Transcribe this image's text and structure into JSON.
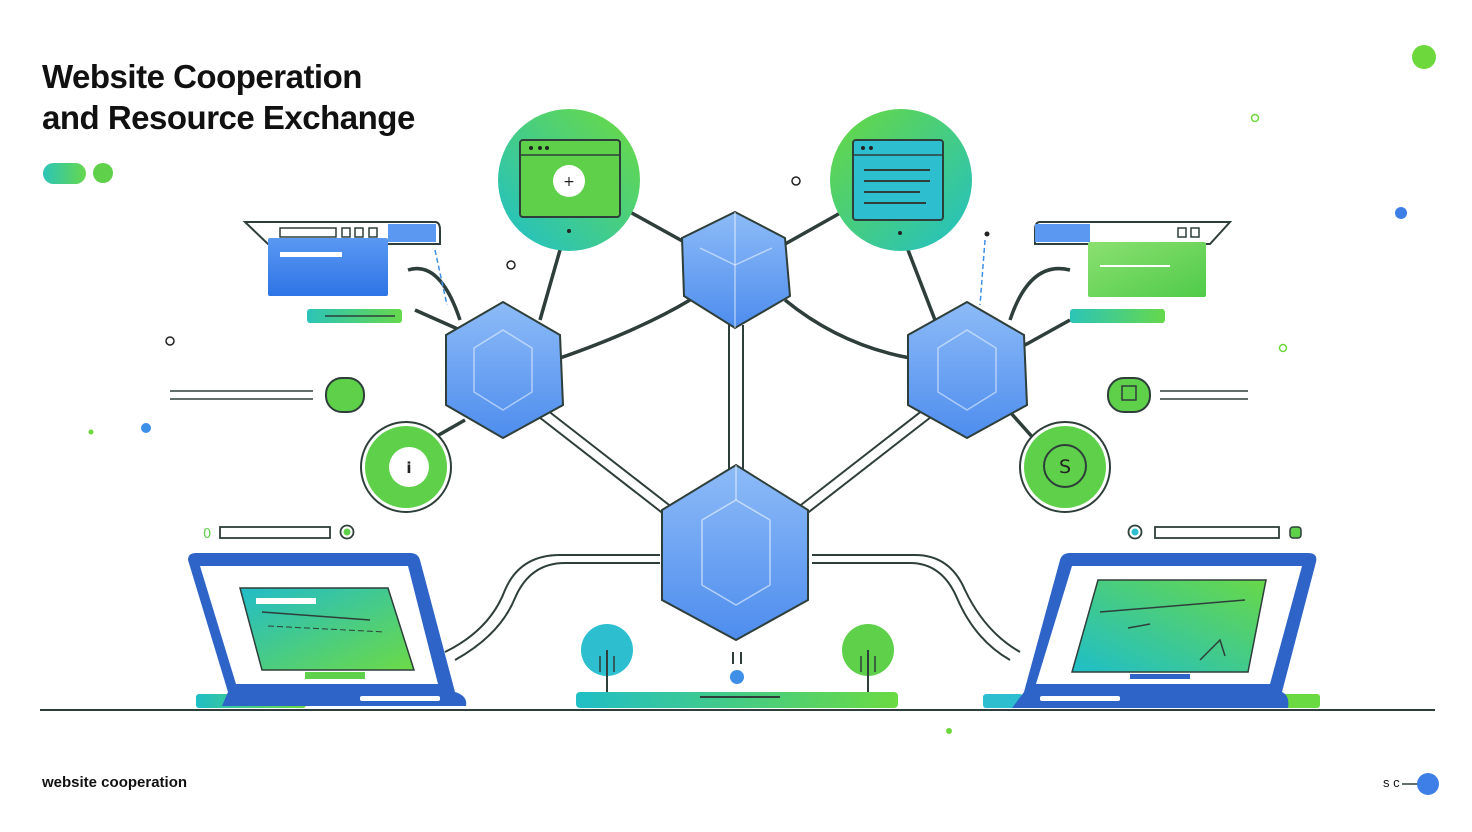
{
  "header": {
    "title_line1": "Website Cooperation",
    "title_line2": "and Resource Exchange"
  },
  "footer": {
    "left_label": "website cooperation",
    "right_label": "s c"
  },
  "badges": {
    "dollar_badge": "S"
  },
  "colors": {
    "blue": "#4F8FF0",
    "light_blue": "#8CB8F8",
    "green": "#5ED04A",
    "teal": "#1FBFC8",
    "dark_line": "#2E3E3A",
    "laptop_frame": "#2E64C8"
  },
  "icons": [
    "app-window-icon",
    "document-window-icon",
    "blockchain-node-icon",
    "dollar-coin-icon",
    "laptop-icon",
    "tree-icon"
  ]
}
